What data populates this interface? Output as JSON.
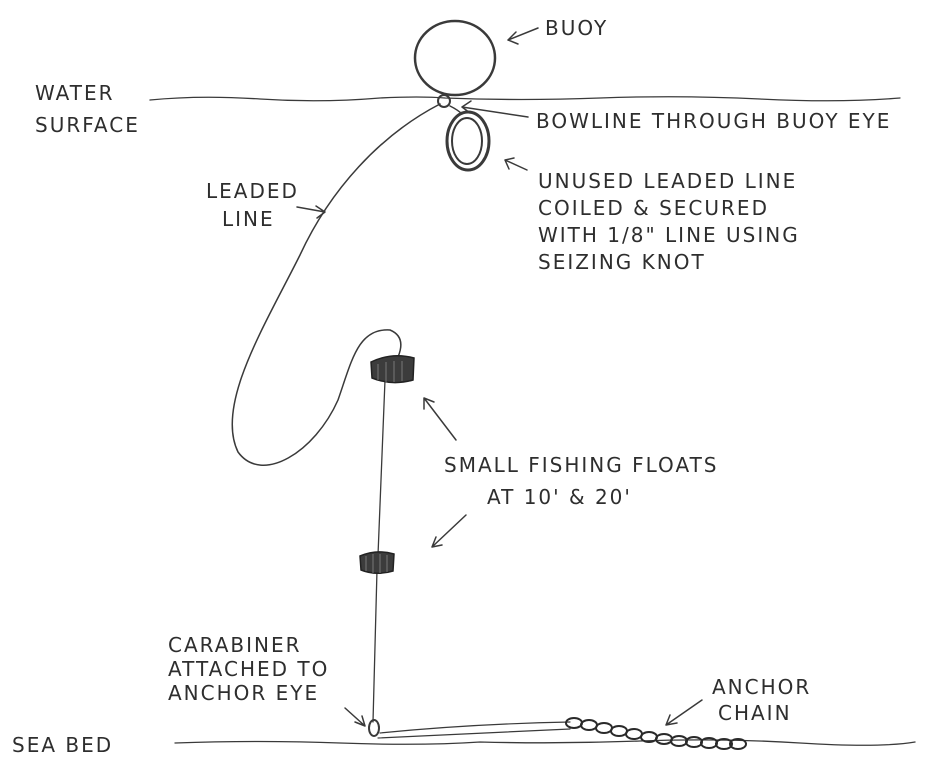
{
  "labels": {
    "buoy": "BUOY",
    "water_line1": "WATER",
    "water_line2": "SURFACE",
    "bowline": "BOWLINE THROUGH BUOY EYE",
    "unused_line1": "UNUSED LEADED LINE",
    "unused_line2": "COILED & SECURED",
    "unused_line3": "WITH 1/8\" LINE USING",
    "unused_line4": "SEIZING KNOT",
    "leaded_line1": "LEADED",
    "leaded_line2": "LINE",
    "floats_line1": "SMALL FISHING FLOATS",
    "floats_line2": "AT 10' & 20'",
    "carabiner_line1": "CARABINER",
    "carabiner_line2": "ATTACHED TO",
    "carabiner_line3": "ANCHOR EYE",
    "anchor_line1": "ANCHOR",
    "anchor_line2": "CHAIN",
    "sea_bed": "SEA BED"
  },
  "colors": {
    "ink": "#3a3a3a",
    "float": "#3c3c3c",
    "paper": "#ffffff"
  }
}
